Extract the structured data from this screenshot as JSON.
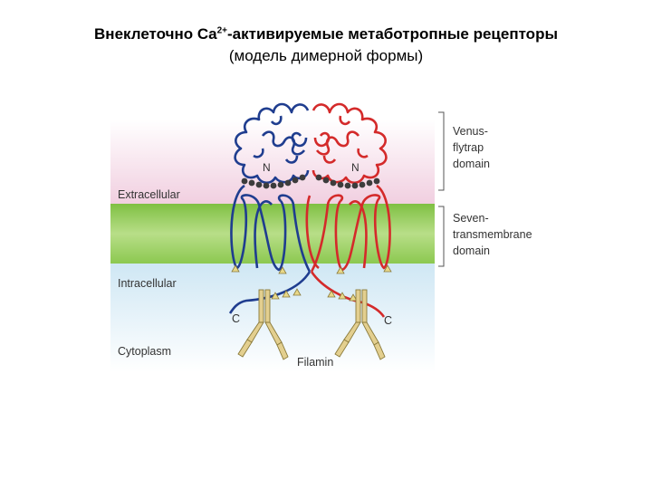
{
  "title": {
    "main_before_sup": "Внеклеточно Ca",
    "sup": "2+",
    "main_after_sup": "-активируемые метаботропные рецепторы",
    "subtitle": "(модель димерной формы)"
  },
  "regions": {
    "extracellular": "Extracellular",
    "intracellular": "Intracellular",
    "cytoplasm": "Cytoplasm"
  },
  "domains": {
    "vft_line1": "Venus-",
    "vft_line2": "flytrap",
    "vft_line3": "domain",
    "tm_line1": "Seven-",
    "tm_line2": "transmembrane",
    "tm_line3": "domain"
  },
  "terminals": {
    "n_left": "N",
    "n_right": "N",
    "c_left": "C",
    "c_right": "C"
  },
  "protein_label": "Filamin",
  "colors": {
    "blue_chain": "#1f3d8f",
    "red_chain": "#d42a2a",
    "membrane": "#8ec94a",
    "extracellular_bg": "#f3d3e2",
    "intracellular_bg": "#d6eaf5",
    "filamin": "#e3cf8f"
  }
}
